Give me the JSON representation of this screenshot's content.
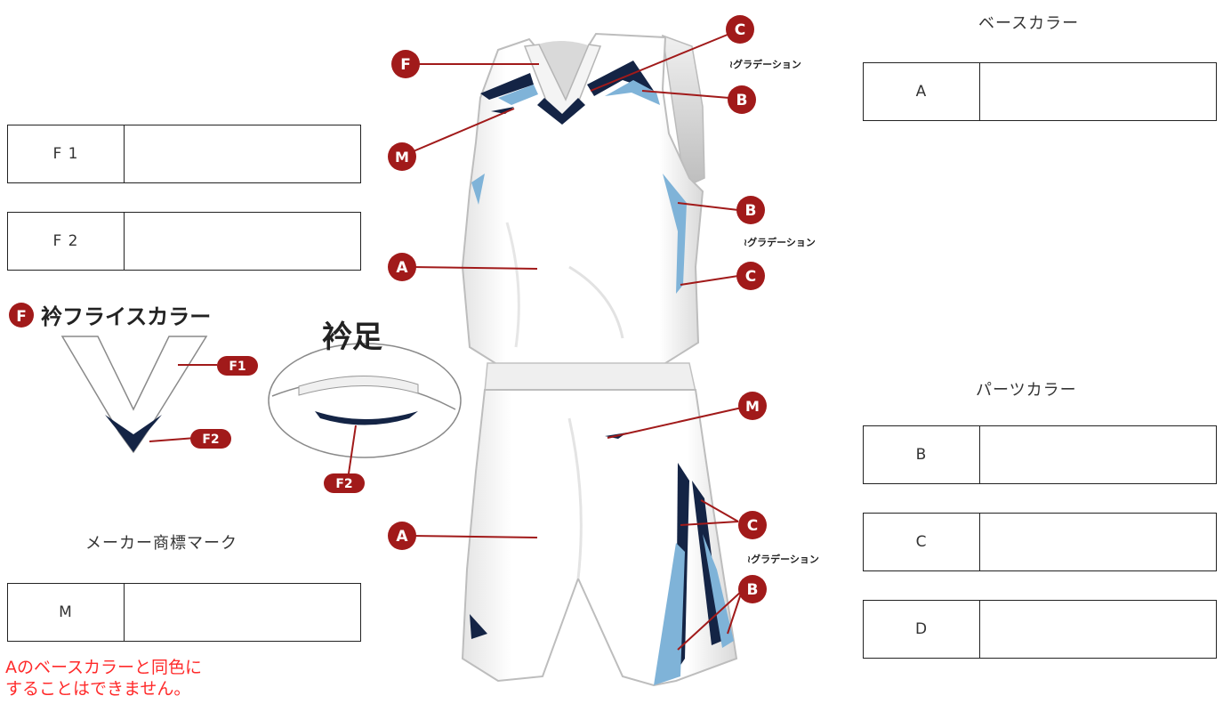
{
  "sections": {
    "base": {
      "title": "ベースカラー",
      "rows": [
        {
          "code": "A",
          "value": ""
        }
      ]
    },
    "parts": {
      "title": "パーツカラー",
      "rows": [
        {
          "code": "B",
          "value": ""
        },
        {
          "code": "C",
          "value": ""
        },
        {
          "code": "D",
          "value": ""
        }
      ]
    },
    "collar": {
      "rows": [
        {
          "code": "F 1",
          "value": ""
        },
        {
          "code": "F 2",
          "value": ""
        }
      ]
    },
    "maker": {
      "title": "メーカー商標マーク",
      "rows": [
        {
          "code": "M",
          "value": ""
        }
      ]
    }
  },
  "warning": {
    "line1": "Aのベースカラーと同色に",
    "line2": "することはできません。"
  },
  "diagram": {
    "collar_title": "衿フライスカラー",
    "collar_badge": "F",
    "neck_title": "衿足",
    "gradation": "グラデーション",
    "markers": {
      "a": "A",
      "b": "B",
      "c": "C",
      "f": "F",
      "m": "M",
      "f1": "F1",
      "f2": "F2"
    }
  },
  "colors": {
    "marker_fill": "#a11a1a",
    "navy": "#142445",
    "light_blue": "#7fb3d8",
    "warning_text": "#ff2a2a"
  }
}
